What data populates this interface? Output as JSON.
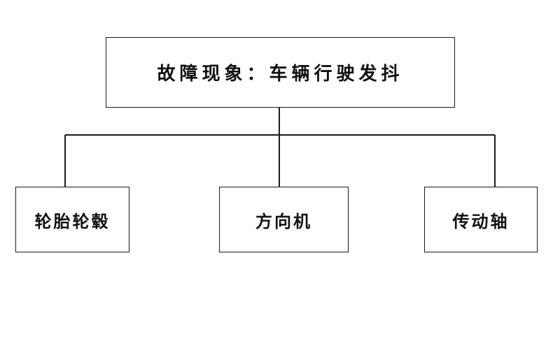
{
  "diagram": {
    "root": {
      "label": "故障现象：车辆行驶发抖"
    },
    "children": [
      {
        "label": "轮胎轮毂"
      },
      {
        "label": "方向机"
      },
      {
        "label": "传动轴"
      }
    ],
    "colors": {
      "line": "#1a1a1a",
      "text": "#111111",
      "background": "#ffffff"
    }
  }
}
